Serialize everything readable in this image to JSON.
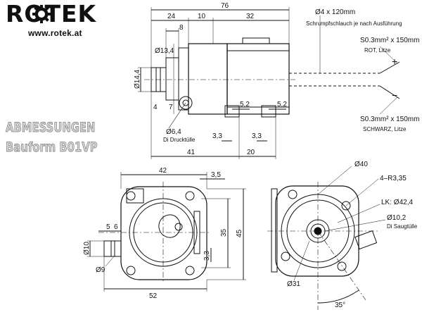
{
  "brand": {
    "name": "ROTEK",
    "url": "www.rotek.at"
  },
  "titles": {
    "line1": "ABMESSUNGEN",
    "line2": "Bauform B01VP"
  },
  "side_view": {
    "total_length": "76",
    "seg_24": "24",
    "seg_10": "10",
    "seg_32": "32",
    "seg_8": "8",
    "dia_13_4": "Ø13,4",
    "dia_14_4": "Ø14,4",
    "dim_4": "4",
    "dim_7": "7",
    "dia_6_4": "Ø6,4",
    "di_druck": "Di Drucktülle",
    "dim_41": "41",
    "dim_3_3a": "3,3",
    "dim_3_3b": "3,3",
    "dim_5_2a": "5,2",
    "dim_5_2b": "5,2",
    "dim_20": "20"
  },
  "cable": {
    "tube_label": "Ø4 x 120mm",
    "tube_sub": "Schrumpfschlauch je nach Ausführung",
    "red_spec": "S0.3mm² x 150mm",
    "red_color": "ROT, Litze",
    "black_spec": "S0.3mm² x 150mm",
    "black_color": "SCHWARZ, Litze",
    "plus": "+",
    "minus": "−"
  },
  "front_view": {
    "dim_42": "42",
    "dim_3_5": "3,5",
    "dim_5": "5",
    "dim_6": "6",
    "dim_35": "35",
    "dim_45": "45",
    "dia_10": "Ø10",
    "dia_9": "Ø9",
    "dim_3_3": "3,3",
    "dim_52": "52"
  },
  "rear_view": {
    "dia_40": "Ø40",
    "holes": "4–R3,35",
    "lk": "LK: Ø42,4",
    "dia_10_2": "Ø10,2",
    "di_saug": "Di Saugtülle",
    "dia_31": "Ø31",
    "angle": "35°"
  },
  "colors": {
    "line": "#111111",
    "title_fill": "#d6d6d6",
    "title_stroke": "#7a7a7a"
  }
}
